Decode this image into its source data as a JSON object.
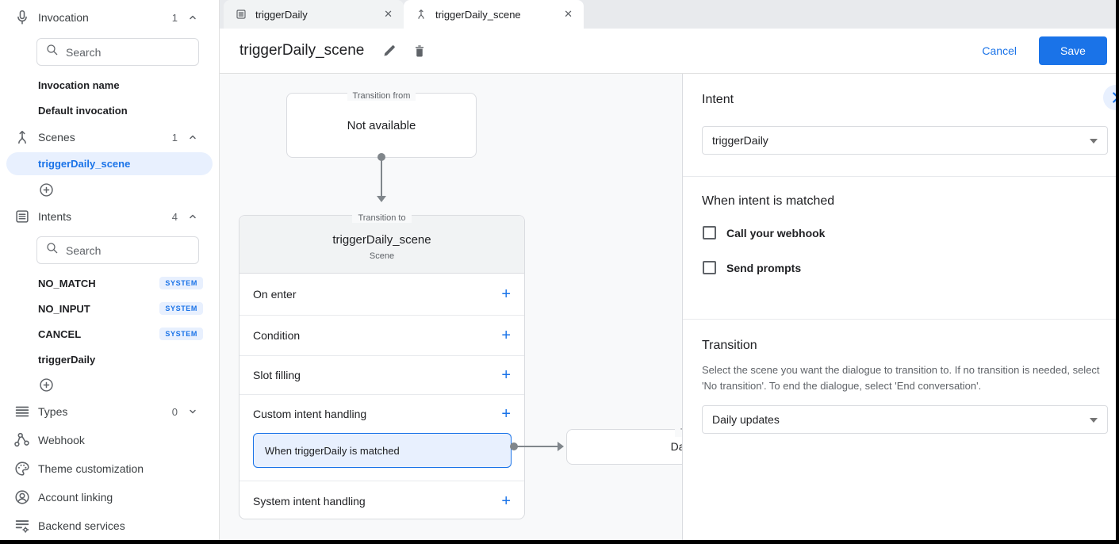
{
  "icons": {
    "add": "+",
    "close": "✕"
  },
  "sidebar": {
    "search_placeholder": "Search",
    "invocation": {
      "label": "Invocation",
      "count": "1"
    },
    "invocation_items": [
      {
        "label": "Invocation name"
      },
      {
        "label": "Default invocation"
      }
    ],
    "scenes": {
      "label": "Scenes",
      "count": "1"
    },
    "scene_selected": "triggerDaily_scene",
    "intents": {
      "label": "Intents",
      "count": "4"
    },
    "intent_items": [
      {
        "label": "NO_MATCH",
        "badge": "SYSTEM"
      },
      {
        "label": "NO_INPUT",
        "badge": "SYSTEM"
      },
      {
        "label": "CANCEL",
        "badge": "SYSTEM"
      },
      {
        "label": "triggerDaily",
        "badge": ""
      }
    ],
    "types": {
      "label": "Types",
      "count": "0"
    },
    "nav": [
      {
        "label": "Webhook"
      },
      {
        "label": "Theme customization"
      },
      {
        "label": "Account linking"
      },
      {
        "label": "Backend services"
      }
    ]
  },
  "tabs": [
    {
      "label": "triggerDaily"
    },
    {
      "label": "triggerDaily_scene"
    }
  ],
  "header": {
    "title": "triggerDaily_scene",
    "cancel_label": "Cancel",
    "save_label": "Save"
  },
  "canvas": {
    "from_box": {
      "legend": "Transition from",
      "text": "Not available"
    },
    "scene_card": {
      "legend": "Transition to",
      "title": "triggerDaily_scene",
      "subtitle": "Scene",
      "rows": [
        {
          "label": "On enter"
        },
        {
          "label": "Condition"
        },
        {
          "label": "Slot filling"
        },
        {
          "label": "Custom intent handling"
        },
        {
          "label": "System intent handling"
        }
      ],
      "handler_text": "When triggerDaily is matched"
    },
    "to_box": {
      "legend": "Transition to",
      "text": "Daily updates"
    }
  },
  "panel": {
    "intent_heading": "Intent",
    "intent_value": "triggerDaily",
    "matched_heading": "When intent is matched",
    "checkboxes": [
      {
        "label": "Call your webhook"
      },
      {
        "label": "Send prompts"
      }
    ],
    "transition_heading": "Transition",
    "transition_description": "Select the scene you want the dialogue to transition to. If no transition is needed, select 'No transition'. To end the dialogue, select 'End conversation'.",
    "transition_value": "Daily updates"
  },
  "colors": {
    "accent": "#1a73e8",
    "selection_bg": "#e8f0fe",
    "canvas_bg": "#f8f9fa"
  }
}
